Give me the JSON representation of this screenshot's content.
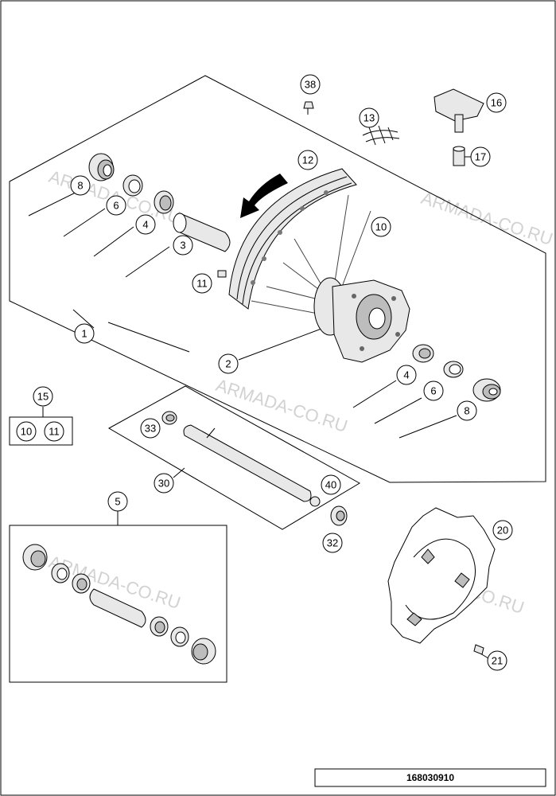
{
  "drawing_number": "168030910",
  "watermark": "ARMADA-CO.RU",
  "callouts": {
    "c1": "1",
    "c2": "2",
    "c3": "3",
    "c4a": "4",
    "c4b": "4",
    "c5": "5",
    "c6a": "6",
    "c6b": "6",
    "c8a": "8",
    "c8b": "8",
    "c10a": "10",
    "c10b": "10",
    "c11a": "11",
    "c11b": "11",
    "c12": "12",
    "c13": "13",
    "c15": "15",
    "c16": "16",
    "c17": "17",
    "c20": "20",
    "c21": "21",
    "c30": "30",
    "c32": "32",
    "c33": "33",
    "c38": "38",
    "c40": "40"
  }
}
